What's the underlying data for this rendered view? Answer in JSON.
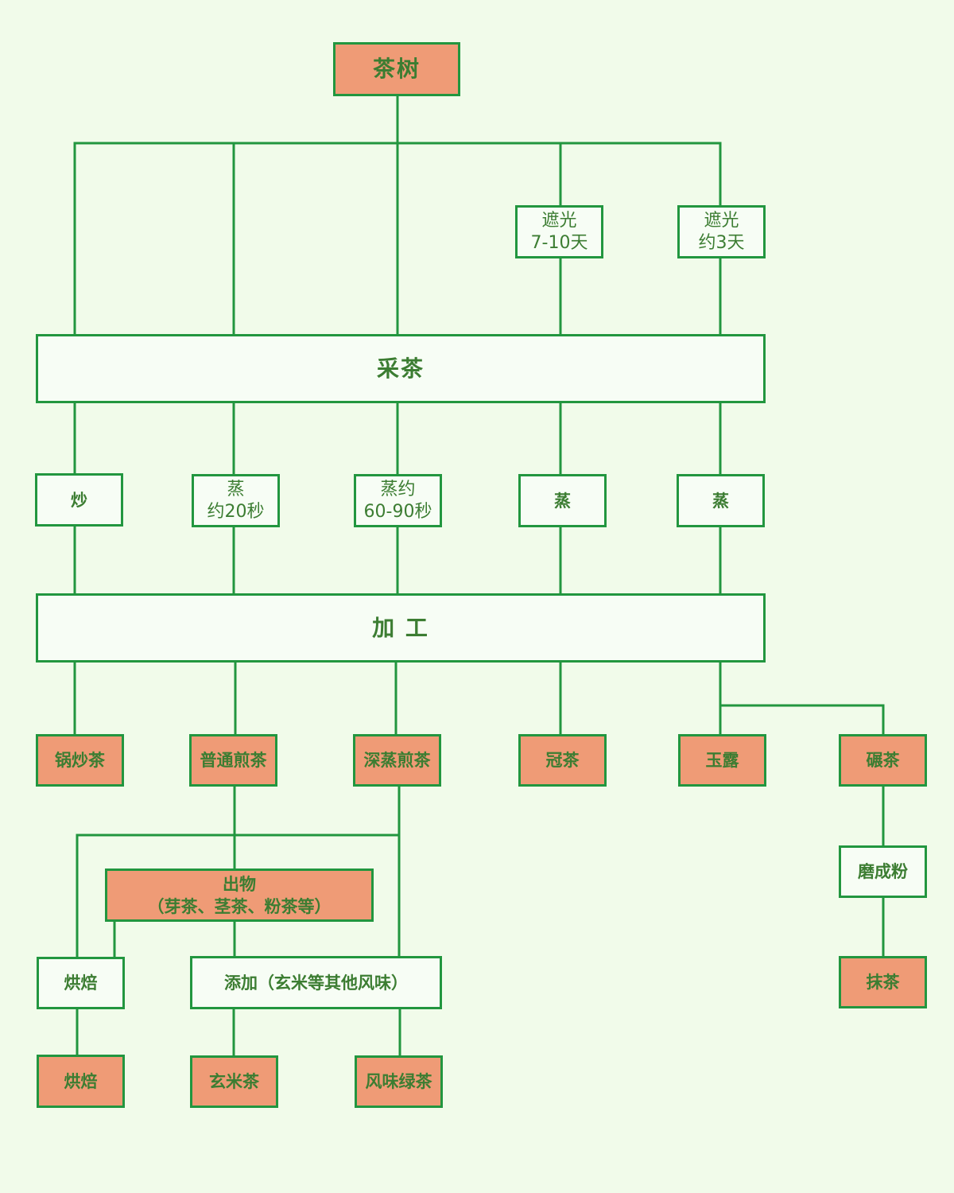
{
  "colors": {
    "background": "#f1fbea",
    "line": "#22963f",
    "text": "#3c7d32",
    "highlight_fill": "#ef9b76",
    "plain_fill": "#f7fdf5"
  },
  "nodes": {
    "tea_tree": "茶树",
    "shade_1": "遮光\n7-10天",
    "shade_2": "遮光\n约3天",
    "picking": "采茶",
    "stir_fry": "炒",
    "steam_20": "蒸\n约20秒",
    "steam_60_90": "蒸约\n60-90秒",
    "steam_a": "蒸",
    "steam_b": "蒸",
    "processing": "加 工",
    "kamairicha": "锅炒茶",
    "futsu_sencha": "普通煎茶",
    "fukamushi_sencha": "深蒸煎茶",
    "kabusecha": "冠茶",
    "gyokuro": "玉露",
    "tencha": "碾茶",
    "grind_powder": "磨成粉",
    "matcha": "抹茶",
    "demono": "出物\n（芽茶、茎茶、粉茶等）",
    "roast_step": "烘焙",
    "add_flavor": "添加（玄米等其他风味）",
    "hojicha": "烘焙",
    "genmaicha": "玄米茶",
    "flavored_green_tea": "风味绿茶"
  }
}
